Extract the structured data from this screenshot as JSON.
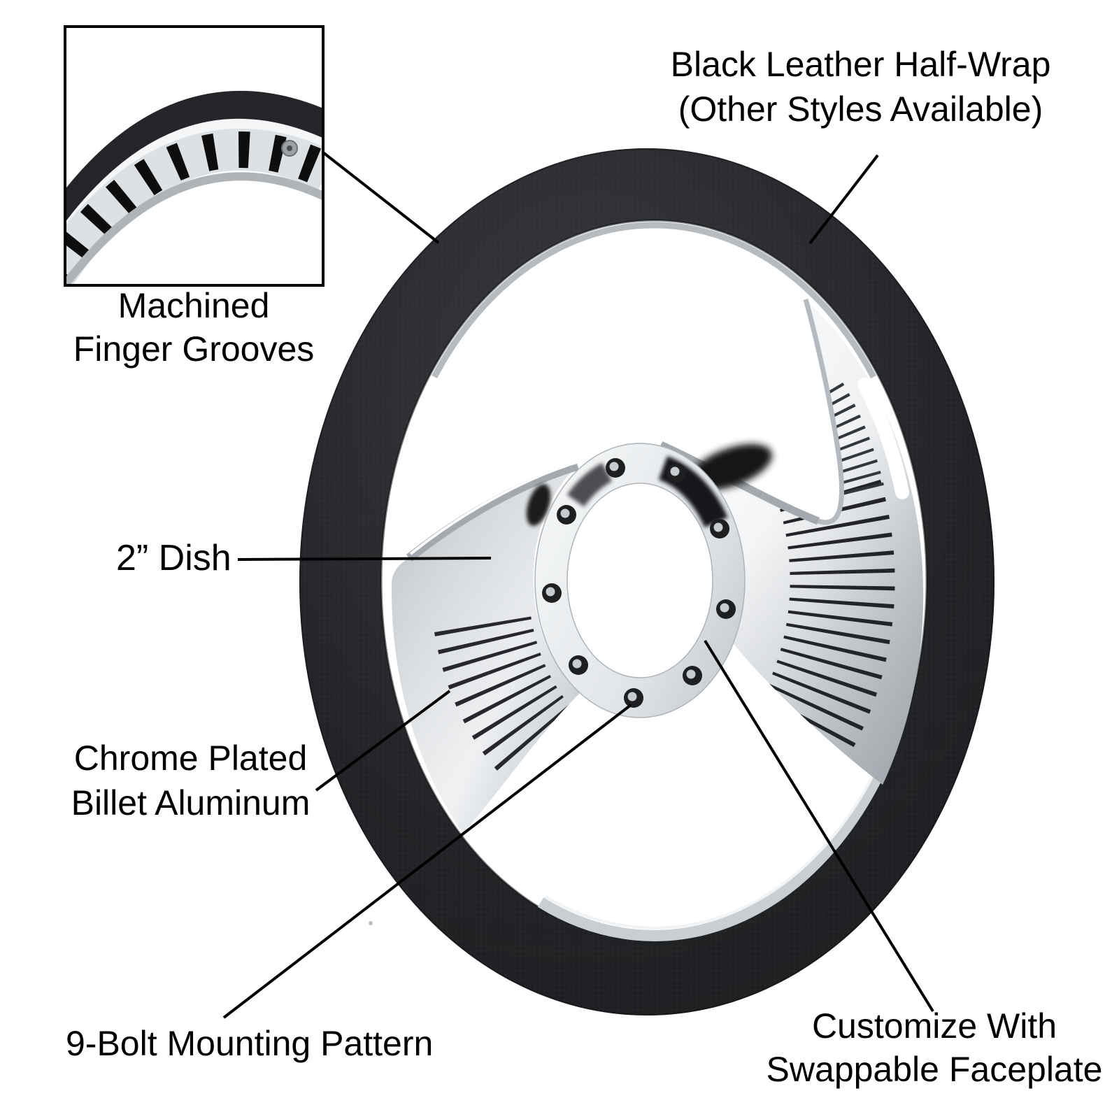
{
  "labels": {
    "half_wrap": {
      "line1": "Black Leather Half-Wrap",
      "line2": "(Other Styles Available)"
    },
    "finger_grooves": {
      "line1": "Machined",
      "line2": "Finger Grooves"
    },
    "dish": {
      "text": "2” Dish"
    },
    "billet": {
      "line1": "Chrome Plated",
      "line2": "Billet Aluminum"
    },
    "mounting": {
      "text": "9-Bolt Mounting Pattern"
    },
    "faceplate": {
      "line1": "Customize With",
      "line2": "Swappable Faceplate"
    }
  },
  "colors": {
    "background": "#ffffff",
    "leather_black": "#232528",
    "chrome_highlight": "#f6f8f9",
    "chrome_mid": "#d9dde0",
    "chrome_shadow": "#9aa0a5",
    "callout_line": "#000000"
  }
}
